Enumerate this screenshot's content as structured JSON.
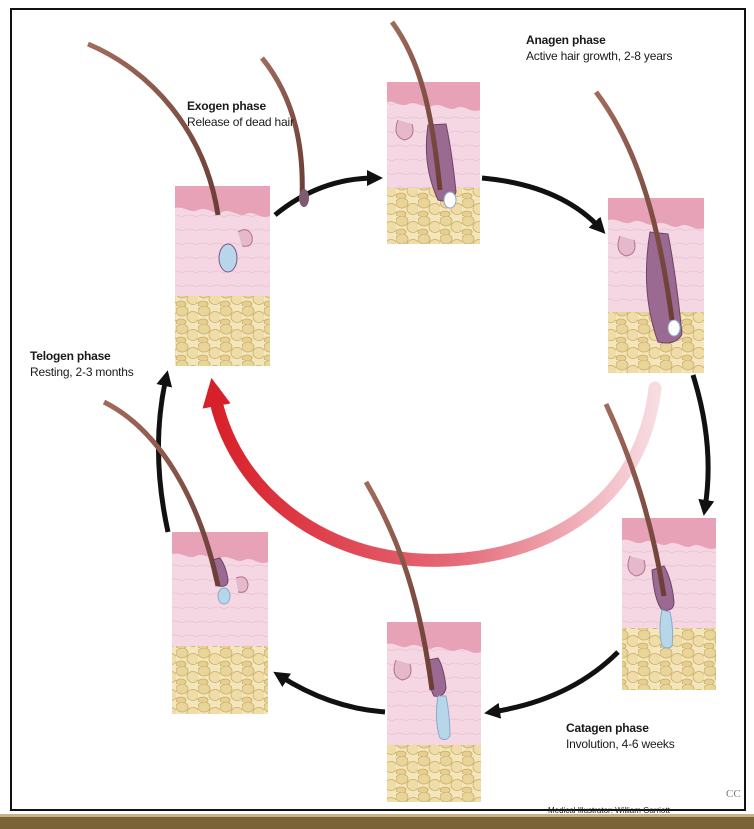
{
  "phases": [
    {
      "id": "anagen",
      "title": "Anagen phase",
      "desc": "Active hair growth, 2-8 years"
    },
    {
      "id": "catagen",
      "title": "Catagen phase",
      "desc": "Involution, 4-6 weeks"
    },
    {
      "id": "telogen",
      "title": "Telogen phase",
      "desc": "Resting, 2-3 months"
    },
    {
      "id": "exogen",
      "title": "Exogen phase",
      "desc": "Release of dead hair"
    }
  ],
  "credit": "Medical Illustrator: William Garriott",
  "copyright_fragment": "CC",
  "colors": {
    "epidermis": "#e8a2b8",
    "dermis": "#f4d6e2",
    "fat": "#ead9a2",
    "hair": "#8d5a4c",
    "papilla_blue": "#b8d6ea",
    "arrow_black": "#111111",
    "arrow_red": "#d8202a",
    "bottom_bar": "#7a6336"
  }
}
